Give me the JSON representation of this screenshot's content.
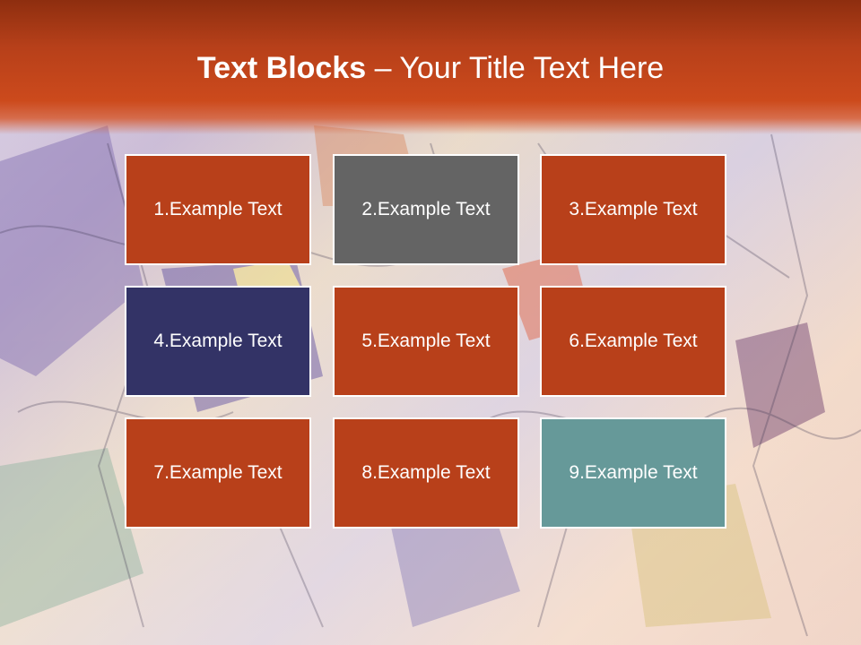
{
  "title": {
    "bold": "Text Blocks",
    "separator": " – ",
    "rest": "Your Title Text Here"
  },
  "tiles": [
    {
      "label": "1.Example Text",
      "color": "#b8401a"
    },
    {
      "label": "2.Example Text",
      "color": "#646464"
    },
    {
      "label": "3.Example Text",
      "color": "#b8401a"
    },
    {
      "label": "4.Example Text",
      "color": "#333366"
    },
    {
      "label": "5.Example Text",
      "color": "#b8401a"
    },
    {
      "label": "6.Example Text",
      "color": "#b8401a"
    },
    {
      "label": "7.Example Text",
      "color": "#b8401a"
    },
    {
      "label": "8.Example Text",
      "color": "#b8401a"
    },
    {
      "label": "9.Example Text",
      "color": "#669999"
    }
  ],
  "colors": {
    "header": "#b7401a",
    "tile_border": "#ffffff",
    "text": "#ffffff"
  }
}
